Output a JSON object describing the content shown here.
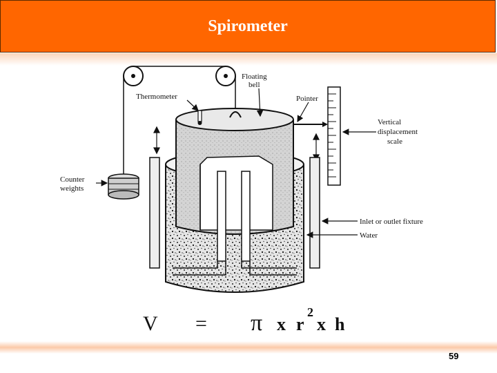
{
  "slide": {
    "title": "Spirometer",
    "page_number": "59"
  },
  "diagram": {
    "labels": {
      "thermometer": "Thermometer",
      "floating_bell_1": "Floating",
      "floating_bell_2": "bell",
      "pointer": "Pointer",
      "vertical_scale_1": "Vertical",
      "vertical_scale_2": "displacement",
      "vertical_scale_3": "scale",
      "counter_weights_1": "Counter",
      "counter_weights_2": "weights",
      "inlet_outlet": "Inlet or outlet fixture",
      "water": "Water"
    }
  },
  "formula": {
    "lhs": "V",
    "equals": "=",
    "pi": "π",
    "times1": "x",
    "r": "r",
    "exp": "2",
    "times2": "x",
    "h": "h"
  },
  "colors": {
    "title_bar": "#ff6600",
    "title_text": "#ffffff"
  }
}
